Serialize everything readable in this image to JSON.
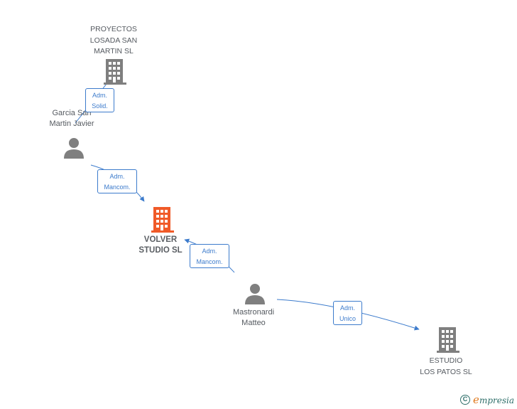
{
  "nodes": {
    "proyectos_losada": {
      "name": "PROYECTOS\nLOSADA SAN\nMARTIN SL",
      "type": "company"
    },
    "garcia_san_martin": {
      "name": "Garcia San\nMartin Javier",
      "type": "person"
    },
    "volver_studio": {
      "name": "VOLVER\nSTUDIO  SL",
      "type": "company",
      "highlighted": true
    },
    "mastronardi": {
      "name": "Mastronardi\nMatteo",
      "type": "person"
    },
    "estudio_los_patos": {
      "name": "ESTUDIO\nLOS PATOS  SL",
      "type": "company"
    }
  },
  "edges": [
    {
      "from": "garcia_san_martin",
      "to": "proyectos_losada",
      "label": "Adm.\nSolid."
    },
    {
      "from": "garcia_san_martin",
      "to": "volver_studio",
      "label": "Adm.\nMancom."
    },
    {
      "from": "mastronardi",
      "to": "volver_studio",
      "label": "Adm.\nMancom."
    },
    {
      "from": "mastronardi",
      "to": "estudio_los_patos",
      "label": "Adm.\nUnico"
    }
  ],
  "footer": {
    "copyright_symbol": "C",
    "brand_initial": "e",
    "brand_rest": "mpresia"
  },
  "colors": {
    "company_icon": "#7f7f7f",
    "person_icon": "#7f7f7f",
    "highlight_icon": "#f05a28",
    "edge": "#3c7bcc",
    "text": "#555a60",
    "brand": "#2f6f6a",
    "brand_accent": "#e07a1f"
  },
  "icons": {
    "company": "building-icon",
    "person": "person-icon"
  }
}
